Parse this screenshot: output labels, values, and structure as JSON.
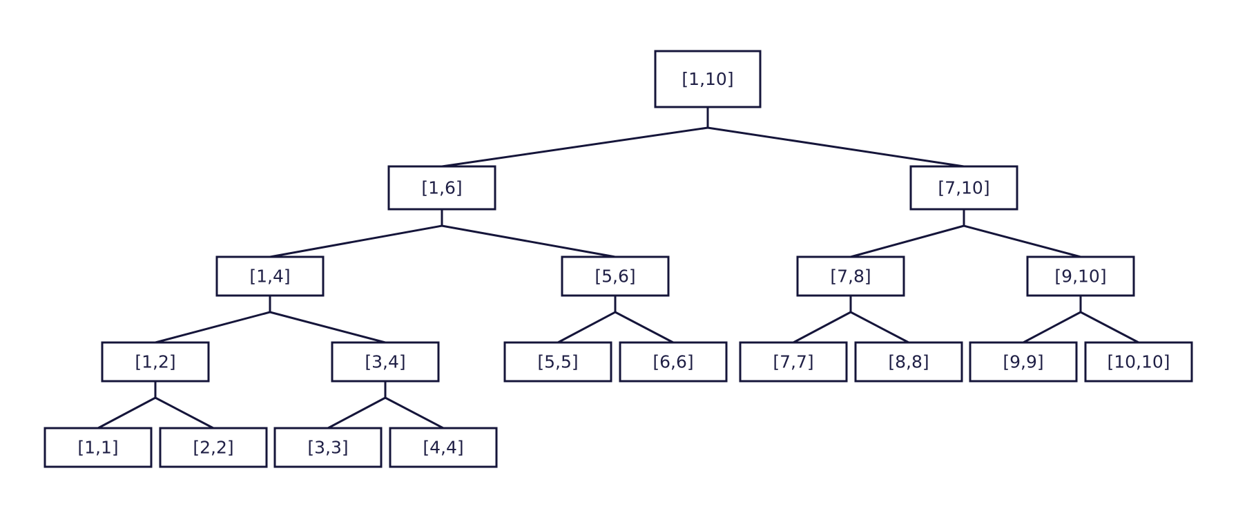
{
  "diagram": {
    "type": "tree",
    "colors": {
      "stroke": "#15153a",
      "text": "#1f1f45",
      "background": "#ffffff"
    },
    "nodes": [
      {
        "id": "n1_10",
        "label": "[1,10]",
        "parent": null
      },
      {
        "id": "n1_6",
        "label": "[1,6]",
        "parent": "n1_10"
      },
      {
        "id": "n7_10",
        "label": "[7,10]",
        "parent": "n1_10"
      },
      {
        "id": "n1_4",
        "label": "[1,4]",
        "parent": "n1_6"
      },
      {
        "id": "n5_6",
        "label": "[5,6]",
        "parent": "n1_6"
      },
      {
        "id": "n7_8",
        "label": "[7,8]",
        "parent": "n7_10"
      },
      {
        "id": "n9_10",
        "label": "[9,10]",
        "parent": "n7_10"
      },
      {
        "id": "n1_2",
        "label": "[1,2]",
        "parent": "n1_4"
      },
      {
        "id": "n3_4",
        "label": "[3,4]",
        "parent": "n1_4"
      },
      {
        "id": "n5_5",
        "label": "[5,5]",
        "parent": "n5_6"
      },
      {
        "id": "n6_6",
        "label": "[6,6]",
        "parent": "n5_6"
      },
      {
        "id": "n7_7",
        "label": "[7,7]",
        "parent": "n7_8"
      },
      {
        "id": "n8_8",
        "label": "[8,8]",
        "parent": "n7_8"
      },
      {
        "id": "n9_9",
        "label": "[9,9]",
        "parent": "n9_10"
      },
      {
        "id": "n10_10",
        "label": "[10,10]",
        "parent": "n9_10"
      },
      {
        "id": "n1_1",
        "label": "[1,1]",
        "parent": "n1_2"
      },
      {
        "id": "n2_2",
        "label": "[2,2]",
        "parent": "n1_2"
      },
      {
        "id": "n3_3",
        "label": "[3,3]",
        "parent": "n3_4"
      },
      {
        "id": "n4_4",
        "label": "[4,4]",
        "parent": "n3_4"
      }
    ]
  }
}
